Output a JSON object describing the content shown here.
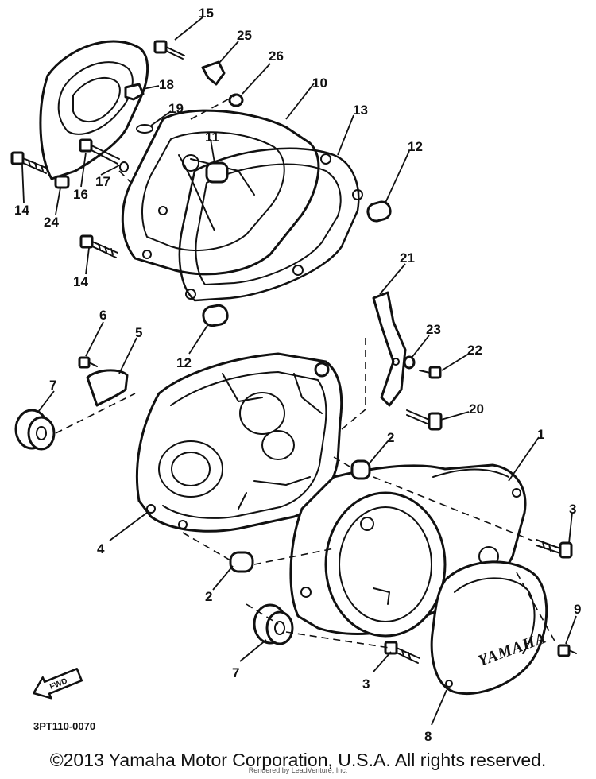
{
  "diagram": {
    "callouts": [
      "15",
      "25",
      "26",
      "18",
      "10",
      "19",
      "11",
      "13",
      "12",
      "14",
      "16",
      "17",
      "24",
      "14",
      "21",
      "6",
      "5",
      "12",
      "23",
      "22",
      "7",
      "20",
      "2",
      "1",
      "3",
      "4",
      "2",
      "7",
      "3",
      "9",
      "8"
    ],
    "cover_brand": "YAMAHA",
    "fwd_label": "FWD",
    "figure_code": "3PT110-0070"
  },
  "footer": {
    "copyright": "©2013 Yamaha Motor Corporation, U.S.A. All rights reserved.",
    "renderer": "Rendered by LeadVenture, Inc."
  }
}
